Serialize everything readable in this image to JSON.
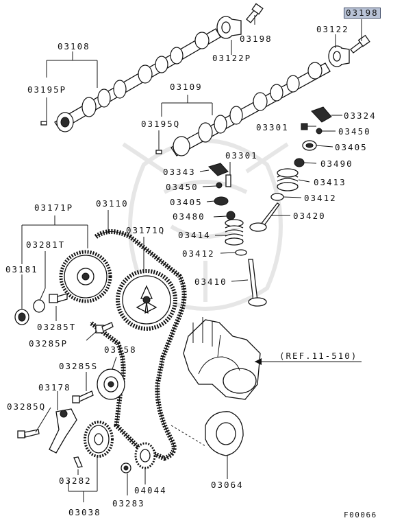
{
  "highlighted_label": "03198",
  "figure_code": "F00066",
  "ref_note": "(REF.11-510)",
  "labels": {
    "l03108": "03108",
    "l03195P": "03195P",
    "l03198": "03198",
    "l03122P": "03122P",
    "l03122": "03122",
    "l03109": "03109",
    "l03195Q": "03195Q",
    "l03324": "03324",
    "l03301a": "03301",
    "l03450a": "03450",
    "l03405a": "03405",
    "l03490": "03490",
    "l03343": "03343",
    "l03301b": "03301",
    "l03450b": "03450",
    "l03413": "03413",
    "l03405b": "03405",
    "l03412a": "03412",
    "l03480": "03480",
    "l03420": "03420",
    "l03414": "03414",
    "l03412b": "03412",
    "l03410": "03410",
    "l03171P": "03171P",
    "l03110": "03110",
    "l03171Q": "03171Q",
    "l03281T": "03281T",
    "l03181": "03181",
    "l03285T": "03285T",
    "l03285P": "03285P",
    "l03158": "03158",
    "l03285S": "03285S",
    "l03178": "03178",
    "l03285Q": "03285Q",
    "l03282": "03282",
    "l03038": "03038",
    "l03283": "03283",
    "l04044": "04044",
    "l03064": "03064"
  }
}
